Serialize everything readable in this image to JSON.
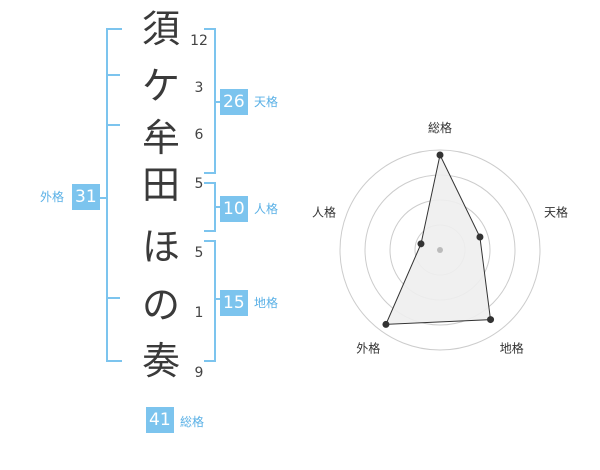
{
  "name": {
    "characters": [
      "須",
      "ケ",
      "牟",
      "田",
      "ほ",
      "の",
      "奏"
    ],
    "strokes": [
      "12",
      "3",
      "6",
      "5",
      "5",
      "1",
      "9"
    ]
  },
  "scores": {
    "tenkaku": {
      "value": "26",
      "label": "天格"
    },
    "jinkaku": {
      "value": "10",
      "label": "人格"
    },
    "chikaku": {
      "value": "15",
      "label": "地格"
    },
    "gaikaku": {
      "value": "31",
      "label": "外格"
    },
    "soukaku": {
      "value": "41",
      "label": "総格"
    }
  },
  "radar": {
    "axes": [
      "総格",
      "天格",
      "地格",
      "外格",
      "人格"
    ],
    "values": [
      0.95,
      0.42,
      0.86,
      0.92,
      0.2
    ],
    "rings": 4,
    "colors": {
      "grid": "#cccccc",
      "fill": "#eeeeee",
      "stroke": "#333333",
      "center": "#bbbbbb"
    }
  },
  "colors": {
    "accent": "#7cc4ee"
  }
}
